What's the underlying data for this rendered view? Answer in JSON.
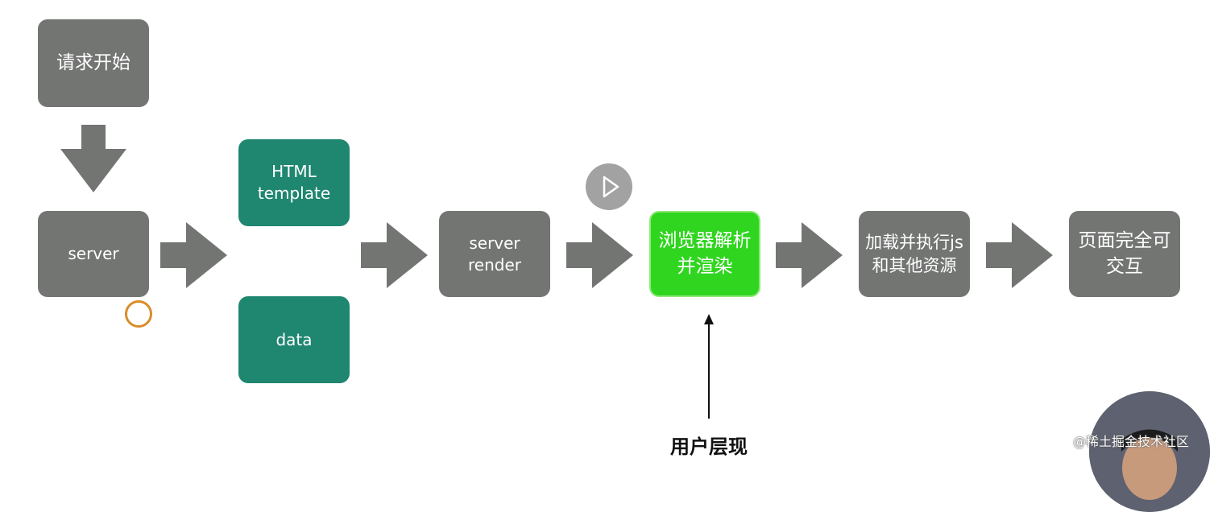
{
  "diagram": {
    "boxes": {
      "request_start": [
        "请求开始"
      ],
      "server": [
        "server"
      ],
      "html_template": [
        "HTML",
        "template"
      ],
      "data": [
        "data"
      ],
      "server_render": [
        "server",
        "render"
      ],
      "browser_parse_render": [
        "浏览器解析",
        "并渲染"
      ],
      "load_execute_js": [
        "加载并执行js",
        "和其他资源"
      ],
      "page_interactive": [
        "页面完全可",
        "交互"
      ]
    },
    "user_presentation_label": "用户层现"
  },
  "player": {
    "watermark": "@稀土掘金技术社区",
    "play_icon": "play-icon"
  },
  "colors": {
    "gray_box": "#737573",
    "teal_box": "#1f8670",
    "highlight_box": "#30d520",
    "arrow": "#737573"
  }
}
